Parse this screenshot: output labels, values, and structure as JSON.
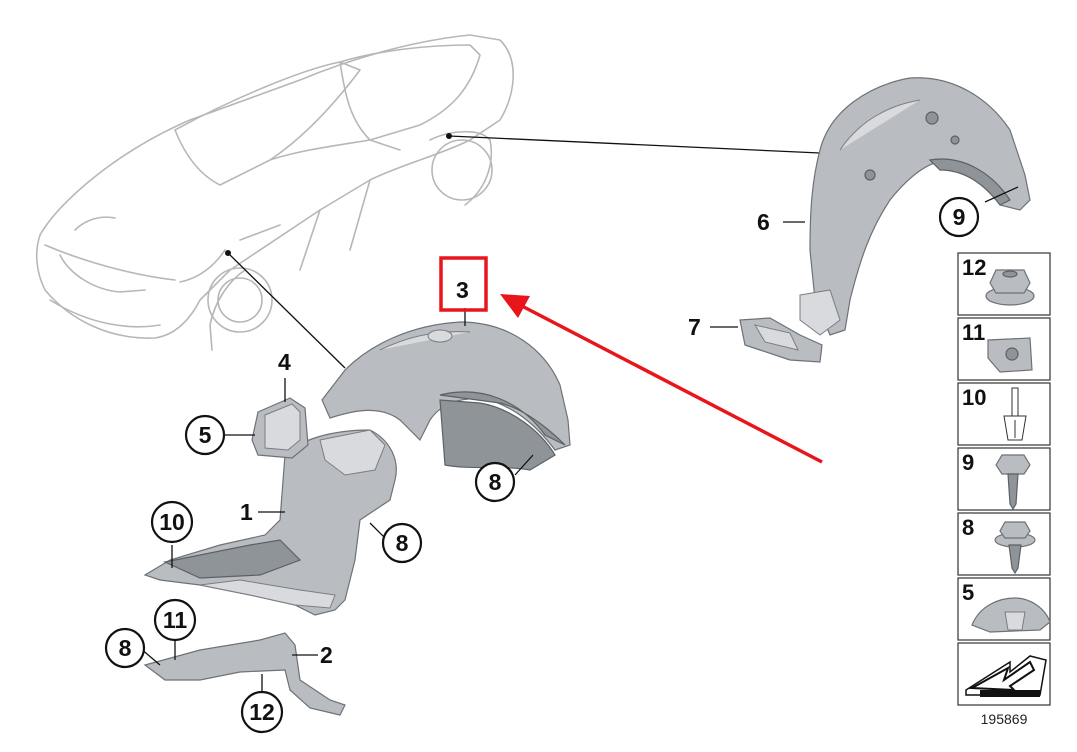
{
  "diagram": {
    "labels": {
      "p1": "1",
      "p2": "2",
      "p3": "3",
      "p4": "4",
      "p5": "5",
      "p6": "6",
      "p7": "7",
      "p8a": "8",
      "p8b": "8",
      "p8c": "8",
      "p9": "9",
      "p10": "10",
      "p11": "11",
      "p12": "12"
    },
    "sidebar": [
      {
        "id": "12",
        "label": "12",
        "icon": "hex-flange-nut-icon"
      },
      {
        "id": "11",
        "label": "11",
        "icon": "spring-nut-icon"
      },
      {
        "id": "10",
        "label": "10",
        "icon": "expanding-rivet-icon"
      },
      {
        "id": "9",
        "label": "9",
        "icon": "hex-screw-icon"
      },
      {
        "id": "8",
        "label": "8",
        "icon": "flange-screw-icon"
      },
      {
        "id": "5",
        "label": "5",
        "icon": "clip-icon"
      }
    ],
    "diagram_number": "195869",
    "highlight_color": "#e8151b",
    "highlighted_part": "3"
  }
}
